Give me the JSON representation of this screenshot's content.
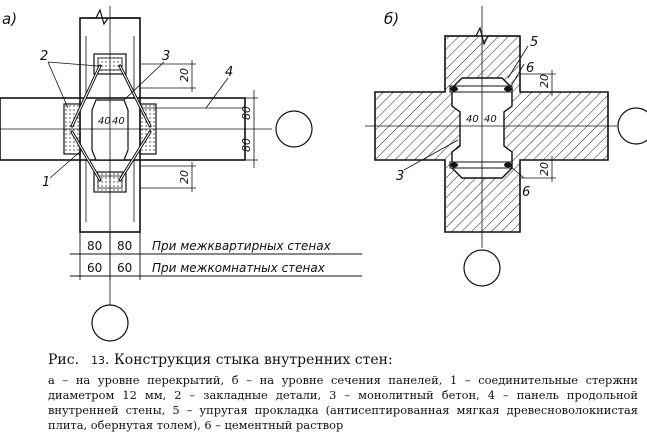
{
  "figure": {
    "parts": {
      "a": {
        "label": "а)"
      },
      "b": {
        "label": "б)"
      }
    },
    "callouts_a": [
      "2",
      "3",
      "4",
      "1"
    ],
    "callouts_b": [
      "5",
      "6",
      "3",
      "6"
    ],
    "dims_a": {
      "top_20": "20",
      "right_80_top": "80",
      "right_80_bottom": "80",
      "bottom_20": "20",
      "center_40_left": "40",
      "center_40_right": "40"
    },
    "dims_b": {
      "top_20": "20",
      "bottom_20": "20",
      "center_40_left": "40",
      "center_40_right": "40"
    },
    "table": {
      "rows": [
        {
          "left": "80",
          "right": "80",
          "text": "При межквартирных стенах"
        },
        {
          "left": "60",
          "right": "60",
          "text": "При межкомнатных стенах"
        }
      ]
    }
  },
  "caption": {
    "label": "Рис.",
    "number": "13",
    "title": ". Конструкция стыка внутренних стен:",
    "body": "а – на уровне перекрытий, б – на уровне сечения панелей, 1 – соединительные стержни диаметром 12 мм, 2 – закладные детали, 3 – монолитный бетон, 4 – панель продольной внутренней стены, 5 – упругая прокладка (антисептированная мягкая древесноволокнистая плита, обернутая толем), 6 – цементный раствор"
  }
}
